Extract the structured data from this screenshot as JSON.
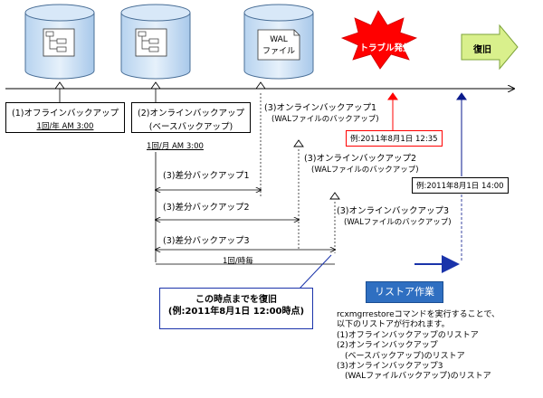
{
  "icons": {
    "wal_file": "WAL\nファイル"
  },
  "trouble_label": "トラブル発生",
  "restore_arrow_label": "復旧",
  "offline_backup": {
    "title": "(1)オフラインバックアップ",
    "schedule": "1回/年 AM 3:00"
  },
  "online_base_backup": {
    "title": "(2)オンラインバックアップ",
    "subtitle": "(ベースバックアップ)",
    "schedule": "1回/月 AM 3:00"
  },
  "online_wal_backups": [
    {
      "title": "(3)オンラインバックアップ1",
      "subtitle": "(WALファイルのバックアップ)"
    },
    {
      "title": "(3)オンラインバックアップ2",
      "subtitle": "(WALファイルのバックアップ)"
    },
    {
      "title": "(3)オンラインバックアップ3",
      "subtitle": "(WALファイルのバックアップ)"
    }
  ],
  "diff_backups": [
    "(3)差分バックアップ1",
    "(3)差分バックアップ2",
    "(3)差分バックアップ3"
  ],
  "hourly_label": "1回/時毎",
  "trouble_example": "例:2011年8月1日 12:35",
  "restore_example": "例:2011年8月1日 14:00",
  "restore_point_note": {
    "line1": "この時点までを復旧",
    "line2": "(例:2011年8月1日 12:00時点)"
  },
  "restore_work_label": "リストア作業",
  "restore_description": [
    "rcxmgrrestoreコマンドを実行することで、",
    "以下のリストアが行われます。",
    "(1)オフラインバックアップのリストア",
    "(2)オンラインバックアップ",
    "　(ベースバックアップ)のリストア",
    "(3)オンラインバックアップ3",
    "　(WALファイルバックアップ)のリストア"
  ],
  "colors": {
    "cylinder_fill": "#c9dff4",
    "trouble_star": "#ff0000",
    "trouble_text": "#ffffff",
    "restore_arrow": "#d9f08c",
    "restore_marker": "#0a1a8c",
    "restore_button": "#2f6fc1",
    "callout_border": "#1a33aa",
    "trouble_marker": "#ff0000"
  }
}
